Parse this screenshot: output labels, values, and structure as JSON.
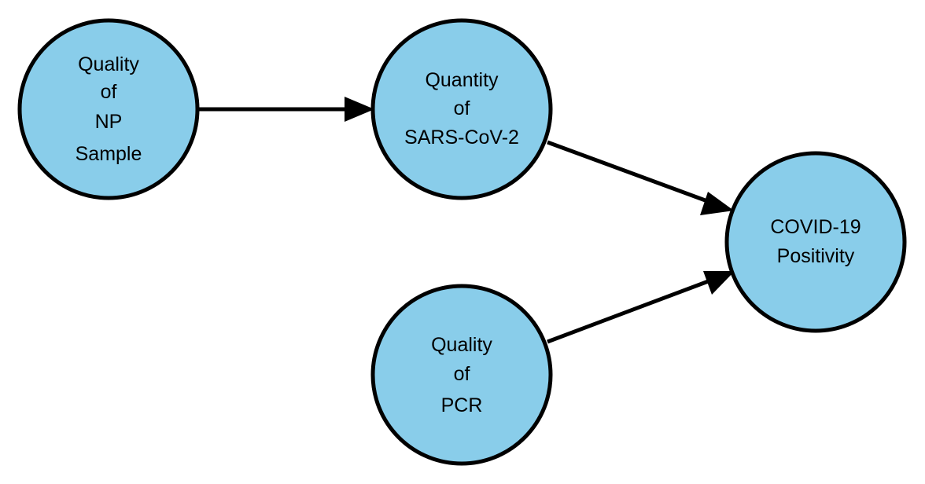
{
  "diagram": {
    "colors": {
      "node_fill": "#89CDEA",
      "node_stroke": "#000000",
      "edge": "#000000"
    },
    "nodes": {
      "np_sample": {
        "lines": [
          "Quality",
          "of",
          "NP",
          "Sample"
        ]
      },
      "sars_cov_2": {
        "lines": [
          "Quantity",
          "of",
          "SARS-CoV-2"
        ]
      },
      "pcr": {
        "lines": [
          "Quality",
          "of",
          "PCR"
        ]
      },
      "positivity": {
        "lines": [
          "COVID-19",
          "Positivity"
        ]
      }
    },
    "edges": [
      {
        "from": "np_sample",
        "to": "sars_cov_2"
      },
      {
        "from": "sars_cov_2",
        "to": "positivity"
      },
      {
        "from": "pcr",
        "to": "positivity"
      }
    ]
  }
}
